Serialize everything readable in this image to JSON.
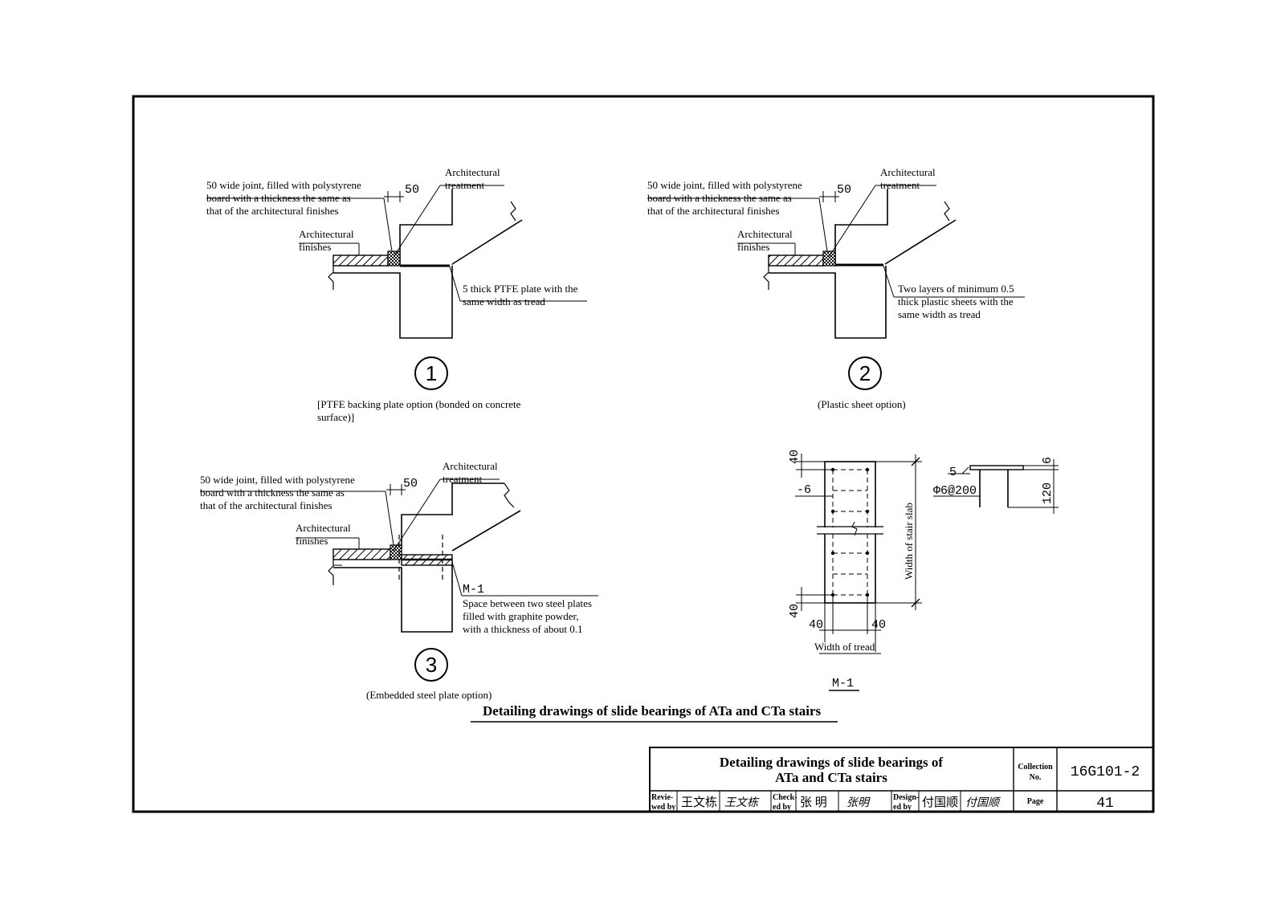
{
  "details": [
    {
      "number": "1",
      "joint_note": [
        "50 wide joint, filled with polystyrene",
        "board with a thickness the same as",
        "that of the architectural finishes"
      ],
      "dim_50": "50",
      "arch_treatment": [
        "Architectural",
        "treatment"
      ],
      "arch_finishes": [
        "Architectural",
        "finishes"
      ],
      "plate_note": [
        "5 thick PTFE plate with the",
        "same width as tread"
      ],
      "caption": [
        "[PTFE backing plate option (bonded on concrete",
        "surface)]"
      ]
    },
    {
      "number": "2",
      "joint_note": [
        "50 wide joint, filled with polystyrene",
        "board with a thickness the same as",
        "that of the architectural finishes"
      ],
      "dim_50": "50",
      "arch_treatment": [
        "Architectural",
        "treatment"
      ],
      "arch_finishes": [
        "Architectural",
        "finishes"
      ],
      "plate_note": [
        "Two layers of minimum 0.5",
        "thick plastic sheets with the",
        "same width as tread"
      ],
      "caption": [
        "(Plastic sheet option)"
      ]
    },
    {
      "number": "3",
      "joint_note": [
        "50 wide joint, filled with polystyrene",
        "board with a thickness the same as",
        "that of the architectural finishes"
      ],
      "dim_50": "50",
      "arch_treatment": [
        "Architectural",
        "treatment"
      ],
      "arch_finishes": [
        "Architectural",
        "finishes"
      ],
      "plate_note": [
        "M-1",
        "Space between two steel plates",
        "filled with graphite powder,",
        "with a thickness of about 0.1"
      ],
      "caption": [
        "(Embedded steel plate option)"
      ]
    }
  ],
  "m1": {
    "dim_top": "40",
    "dim_bottom": "40",
    "plate_mark": "-6",
    "width_of_slab": "Width of stair slab",
    "dim_left": "40",
    "dim_right": "40",
    "width_of_tread": "Width of tread",
    "name": "M-1",
    "weld": "5",
    "bar": "Φ6@200",
    "dim_6": "6",
    "dim_120": "120"
  },
  "drawing_title": "Detailing drawings of slide bearings of ATa and CTa stairs",
  "title_block": {
    "title_line1": "Detailing drawings of slide bearings of",
    "title_line2": "ATa and CTa stairs",
    "collection_label": [
      "Collection",
      "No."
    ],
    "collection_no": "16G101-2",
    "reviewed_label": [
      "Revie-",
      "wed by"
    ],
    "reviewed_name": "王文栋",
    "reviewed_sig": "王文栋",
    "checked_label": [
      "Check-",
      "ed by"
    ],
    "checked_name": "张  明",
    "checked_sig": "张明",
    "designed_label": [
      "Design-",
      "ed by"
    ],
    "designed_name": "付国顺",
    "designed_sig": "付国顺",
    "page_label": "Page",
    "page_no": "41"
  }
}
